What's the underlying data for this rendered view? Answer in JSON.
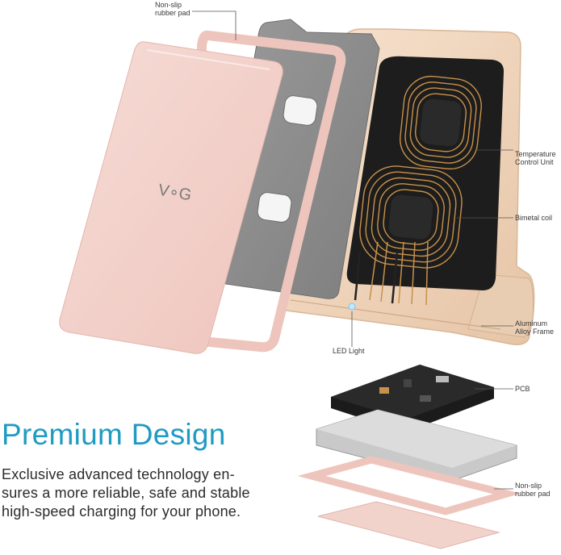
{
  "callouts": {
    "nonslip_top": [
      "Non-slip",
      "rubber pad"
    ],
    "temperature": [
      "Temperature",
      "Control Unit"
    ],
    "bimetal": "Bimetal coil",
    "aluminum": [
      "Aluminum",
      "Alloy Frame"
    ],
    "led": "LED Light",
    "pcb": "PCB",
    "nonslip_bottom": [
      "Non-slip",
      "rubber pad"
    ]
  },
  "logo_text": "V∘G",
  "headline": "Premium Design",
  "description": [
    "Exclusive advanced technology en-",
    "sures a more reliable, safe and stable",
    "high-speed charging for your phone."
  ],
  "colors": {
    "accent": "#1e9bc2",
    "rose_gold": "#f2d3cc",
    "copper": "#c8914a",
    "gray_tray": "#8d8d8d",
    "pcb_black": "#1b1b1b"
  }
}
